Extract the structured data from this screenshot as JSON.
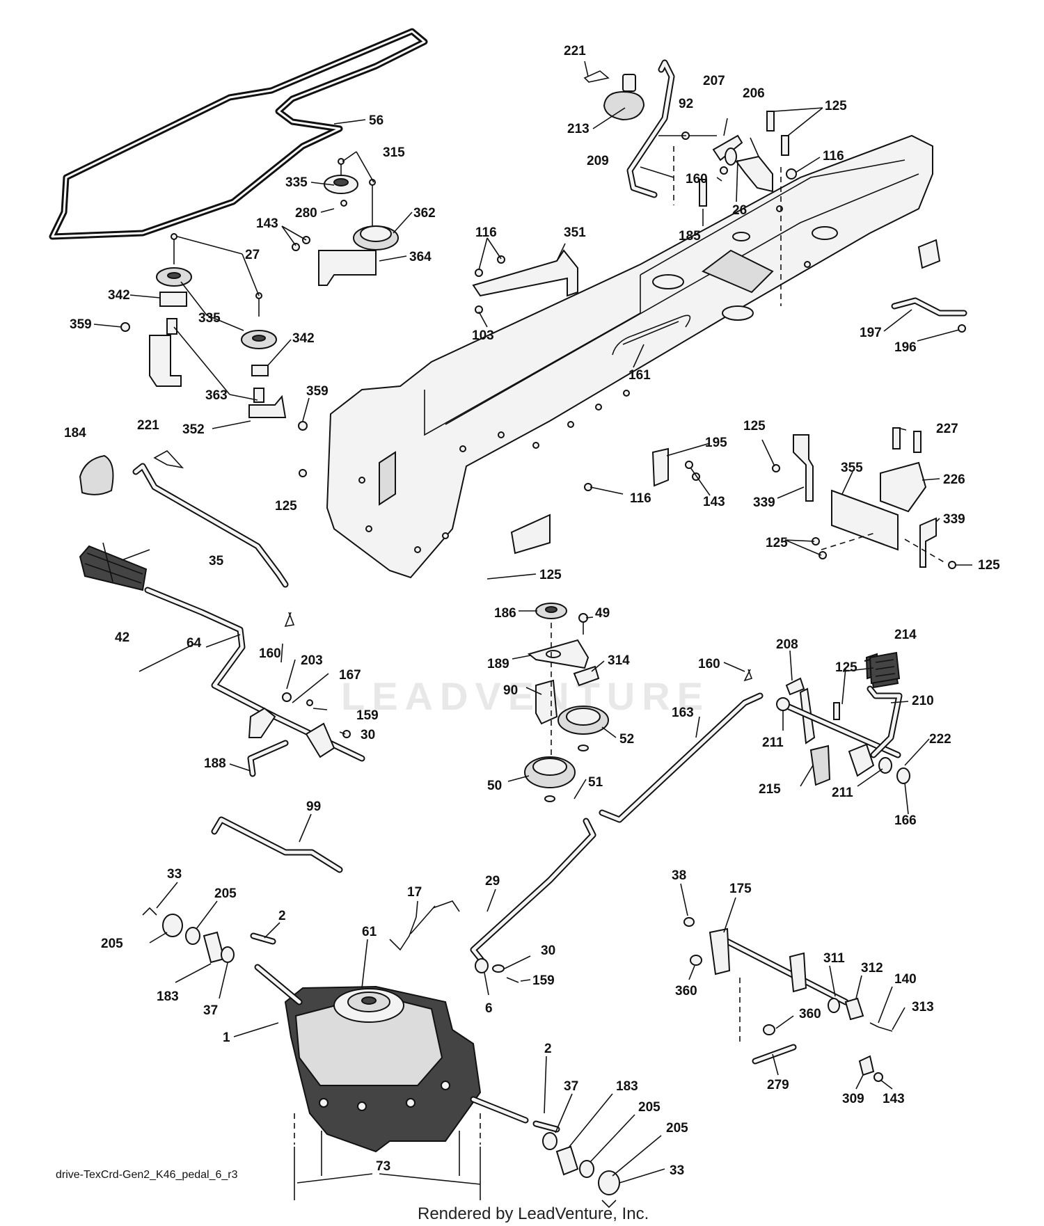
{
  "diagram": {
    "watermark": "LEADVENTURE",
    "footer_code": "drive-TexCrd-Gen2_K46_pedal_6_r3",
    "footer_render": "Rendered by LeadVenture, Inc.",
    "callouts": [
      "56",
      "315",
      "335",
      "280",
      "362",
      "143",
      "364",
      "27",
      "342",
      "335",
      "359",
      "342",
      "363",
      "359",
      "352",
      "184",
      "221",
      "125",
      "35",
      "42",
      "64",
      "160",
      "203",
      "167",
      "159",
      "30",
      "188",
      "221",
      "213",
      "92",
      "207",
      "206",
      "125",
      "116",
      "209",
      "160",
      "26",
      "185",
      "116",
      "351",
      "103",
      "161",
      "197",
      "196",
      "125",
      "227",
      "195",
      "143",
      "116",
      "339",
      "355",
      "226",
      "125",
      "339",
      "125",
      "125",
      "186",
      "49",
      "189",
      "314",
      "90",
      "52",
      "50",
      "51",
      "160",
      "208",
      "214",
      "125",
      "210",
      "163",
      "211",
      "222",
      "215",
      "211",
      "166",
      "99",
      "33",
      "205",
      "2",
      "17",
      "29",
      "205",
      "61",
      "30",
      "183",
      "37",
      "159",
      "6",
      "1",
      "2",
      "37",
      "183",
      "205",
      "205",
      "73",
      "33",
      "38",
      "175",
      "360",
      "311",
      "312",
      "140",
      "313",
      "360",
      "279",
      "309",
      "143"
    ]
  }
}
